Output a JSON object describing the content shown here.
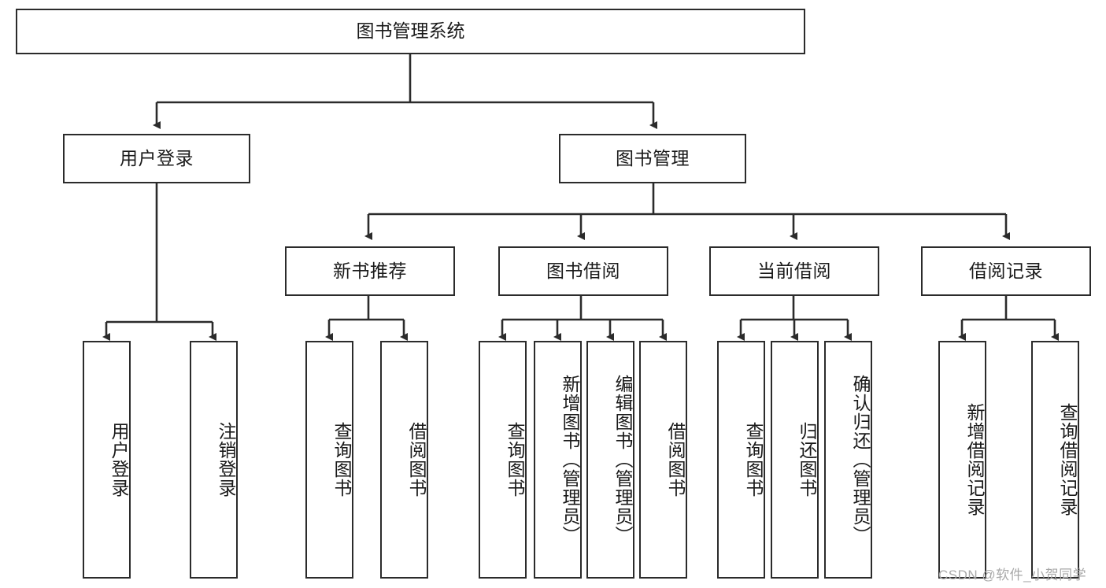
{
  "diagram": {
    "title": "图书管理系统",
    "type": "tree-hierarchy",
    "colors": {
      "box_border": "#2b2b2b",
      "box_fill": "#ffffff",
      "edge": "#2b2b2b",
      "text": "#1a1a1a",
      "watermark": "#a8a8a8"
    },
    "nodes": {
      "root": {
        "label": "图书管理系统"
      },
      "level2": [
        {
          "id": "user-login",
          "label": "用户登录"
        },
        {
          "id": "book-management",
          "label": "图书管理"
        }
      ],
      "level3": [
        {
          "id": "new-book-recommend",
          "label": "新书推荐"
        },
        {
          "id": "book-borrow",
          "label": "图书借阅"
        },
        {
          "id": "current-borrow",
          "label": "当前借阅"
        },
        {
          "id": "borrow-record",
          "label": "借阅记录"
        }
      ],
      "leaves": {
        "user_login": [
          {
            "id": "leaf-user-login",
            "label": "用户登录"
          },
          {
            "id": "leaf-logout-login",
            "label": "注销登录"
          }
        ],
        "new_book_recommend": [
          {
            "id": "leaf-query-book-1",
            "label": "查询图书"
          },
          {
            "id": "leaf-borrow-book-1",
            "label": "借阅图书"
          }
        ],
        "book_borrow": [
          {
            "id": "leaf-query-book-2",
            "label": "查询图书"
          },
          {
            "id": "leaf-add-book",
            "label": "新增图书（管理员）"
          },
          {
            "id": "leaf-edit-book",
            "label": "编辑图书（管理员）"
          },
          {
            "id": "leaf-borrow-book-2",
            "label": "借阅图书"
          }
        ],
        "current_borrow": [
          {
            "id": "leaf-query-book-3",
            "label": "查询图书"
          },
          {
            "id": "leaf-return-book",
            "label": "归还图书"
          },
          {
            "id": "leaf-confirm-return",
            "label": "确认归还（管理员）"
          }
        ],
        "borrow_record": [
          {
            "id": "leaf-add-record",
            "label": "新增借阅记录"
          },
          {
            "id": "leaf-query-record",
            "label": "查询借阅记录"
          }
        ]
      }
    },
    "watermark": "CSDN @软件_小贺同学"
  }
}
